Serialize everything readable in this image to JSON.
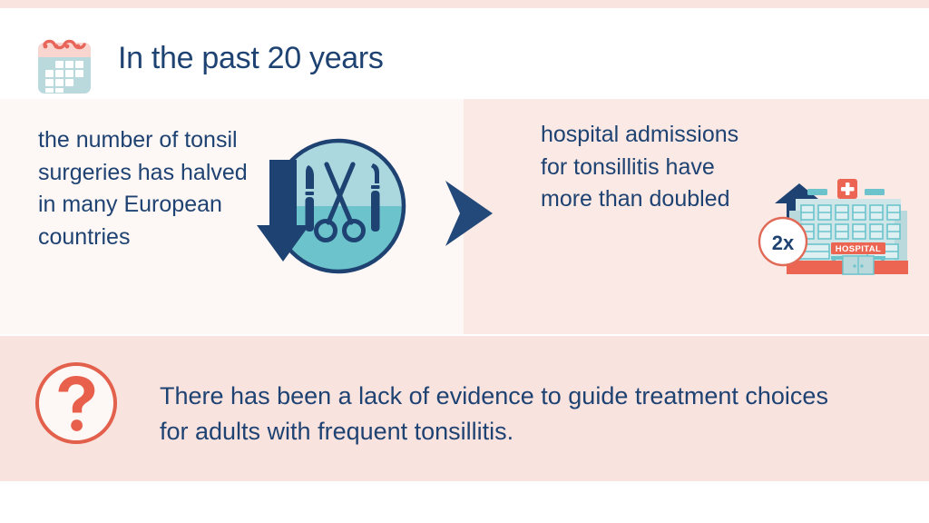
{
  "header": {
    "title": "In the past 20 years",
    "icon": "calendar-icon"
  },
  "panels": {
    "left": {
      "text": "the number of tonsil surgeries has halved in many European countries",
      "icon": "surgical-instruments-circle-icon",
      "trend_icon": "down-arrow-icon",
      "background": "#fdf7f5"
    },
    "connector": {
      "icon": "right-arrow-icon"
    },
    "right": {
      "text": "hospital admissions for tonsillitis have more than doubled",
      "icon": "hospital-building-icon",
      "trend_icon": "up-arrow-icon",
      "badge_label": "2x",
      "hospital_sign": "HOSPITAL",
      "background": "#fae9e4"
    }
  },
  "footer": {
    "icon": "question-mark-icon",
    "text": "There has been a lack of evidence to guide treatment choices for adults with frequent tonsillitis.",
    "background": "#f9e3df"
  },
  "colors": {
    "navy": "#1e4272",
    "coral": "#e85c4a",
    "teal_light": "#aad8de",
    "teal_dark": "#6cc3cc",
    "pink_pale": "#fdf7f5",
    "pink": "#fae9e4",
    "hospital_blue": "#b9d9dd",
    "hospital_red": "#ec6452"
  }
}
